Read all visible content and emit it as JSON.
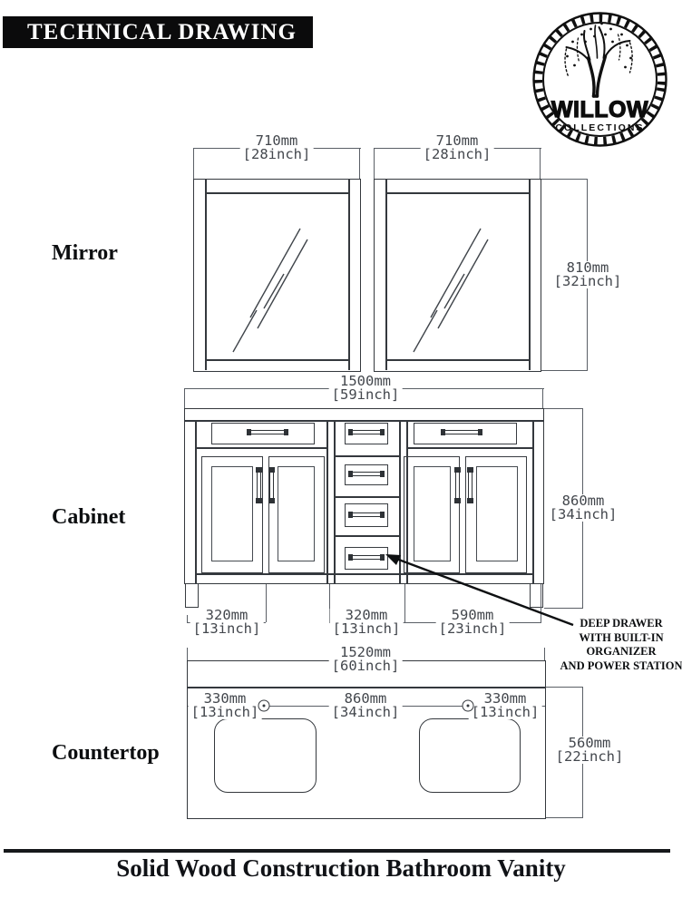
{
  "header": {
    "title": "TECHNICAL DRAWING",
    "logo_brand": "WILLOW",
    "logo_sub": "COLLECTIONS"
  },
  "labels": {
    "mirror": "Mirror",
    "cabinet": "Cabinet",
    "countertop": "Countertop"
  },
  "dims": {
    "mirror_w1": {
      "mm": "710mm",
      "inch": "[28inch]"
    },
    "mirror_w2": {
      "mm": "710mm",
      "inch": "[28inch]"
    },
    "mirror_h": {
      "mm": "810mm",
      "inch": "[32inch]"
    },
    "cabinet_w": {
      "mm": "1500mm",
      "inch": "[59inch]"
    },
    "cabinet_h": {
      "mm": "860mm",
      "inch": "[34inch]"
    },
    "cabinet_left": {
      "mm": "320mm",
      "inch": "[13inch]"
    },
    "cabinet_mid": {
      "mm": "320mm",
      "inch": "[13inch]"
    },
    "cabinet_right": {
      "mm": "590mm",
      "inch": "[23inch]"
    },
    "counter_w": {
      "mm": "1520mm",
      "inch": "[60inch]"
    },
    "counter_left": {
      "mm": "330mm",
      "inch": "[13inch]"
    },
    "counter_mid": {
      "mm": "860mm",
      "inch": "[34inch]"
    },
    "counter_right": {
      "mm": "330mm",
      "inch": "[13inch]"
    },
    "counter_d": {
      "mm": "560mm",
      "inch": "[22inch]"
    }
  },
  "note": {
    "lines": [
      "DEEP DRAWER",
      "WITH BUILT-IN",
      "ORGANIZER",
      "AND POWER STATION"
    ]
  },
  "footer": {
    "title": "Solid Wood Construction Bathroom Vanity"
  },
  "colors": {
    "line": "#34383d",
    "dim_line": "#5a5f66",
    "dim_text": "#43474d",
    "ink": "#0c0e10"
  }
}
